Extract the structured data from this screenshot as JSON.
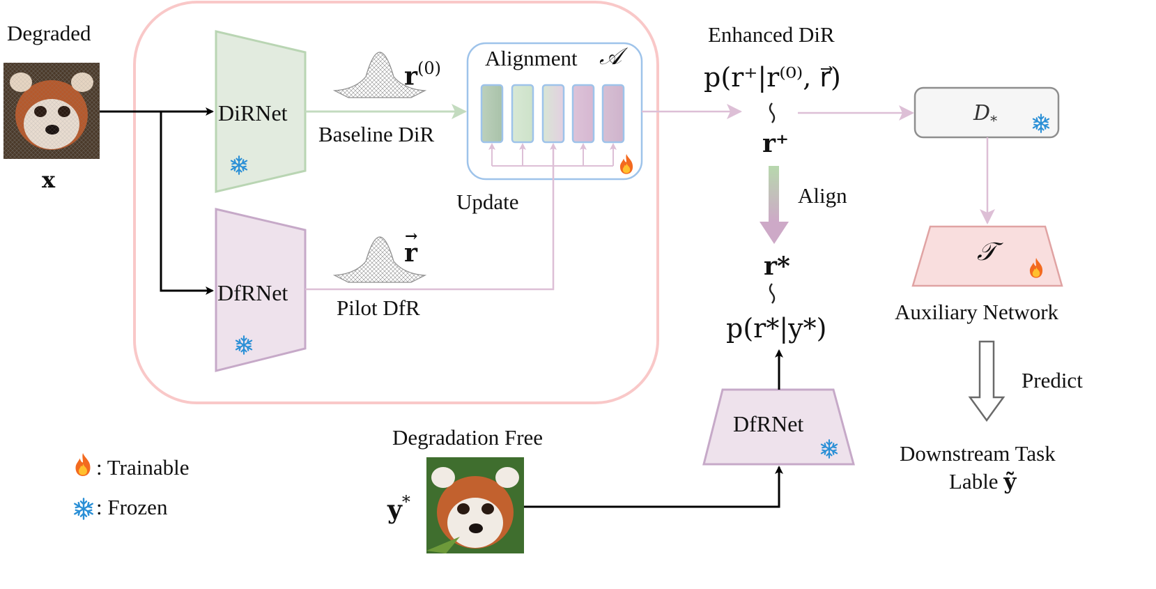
{
  "left": {
    "degraded_label": "Degraded",
    "input_symbol": "x"
  },
  "encoders": {
    "dirnet_label": "DiRNet",
    "dfrnet_label": "DfRNet",
    "baseline_label": "Baseline DiR",
    "pilot_label": "Pilot DfR",
    "r0_symbol": "r",
    "r0_superscript": "(0)",
    "rvec_symbol": "r",
    "update_label": "Update"
  },
  "alignment": {
    "title": "Alignment",
    "symbol": "𝒜",
    "bars": [
      {
        "top": "#bcd0bc",
        "bottom": "#a9c2a9"
      },
      {
        "top": "#d8e8d5",
        "bottom": "#cde2c9"
      },
      {
        "top": "#d8e6d4",
        "bottom": "#e3cfe1"
      },
      {
        "top": "#dcc3d8",
        "bottom": "#d6b7d1"
      },
      {
        "top": "#d6bfd3",
        "bottom": "#cfb3cc"
      }
    ]
  },
  "enhanced": {
    "title": "Enhanced DiR",
    "formula": "p(r⁺|r⁽⁰⁾, r⃗)",
    "tilde": "~",
    "rplus": "r⁺",
    "align_label": "Align"
  },
  "target": {
    "rstar": "r*",
    "tilde": "~",
    "formula": "p(r*|y*)",
    "dfrnet_label": "DfRNet",
    "free_label": "Degradation Free",
    "y_symbol": "y"
  },
  "aux": {
    "decoder_symbol": "D",
    "decoder_sub": "*",
    "task_symbol": "𝒯",
    "network_label": "Auxiliary Network",
    "predict_label": "Predict",
    "downstream_line1": "Downstream Task",
    "downstream_line2": "Lable",
    "downstream_y": "ỹ"
  },
  "legend": {
    "trainable": ": Trainable",
    "frozen": ": Frozen"
  },
  "icons": [
    "fire-icon",
    "snowflake-icon",
    "gaussian-surface-icon",
    "red-panda-photo"
  ],
  "colors": {
    "green_fill": "#e2ebdf",
    "green_stroke": "#b9d5b3",
    "purple_fill": "#eee2ec",
    "purple_stroke": "#c6a9c8",
    "pink_box": "#f9c8c8",
    "blue_box": "#9ec3ea",
    "aux_fill": "#f9dede",
    "aux_stroke": "#e0a3a3",
    "arrow_pink": "#ddbfd6"
  }
}
